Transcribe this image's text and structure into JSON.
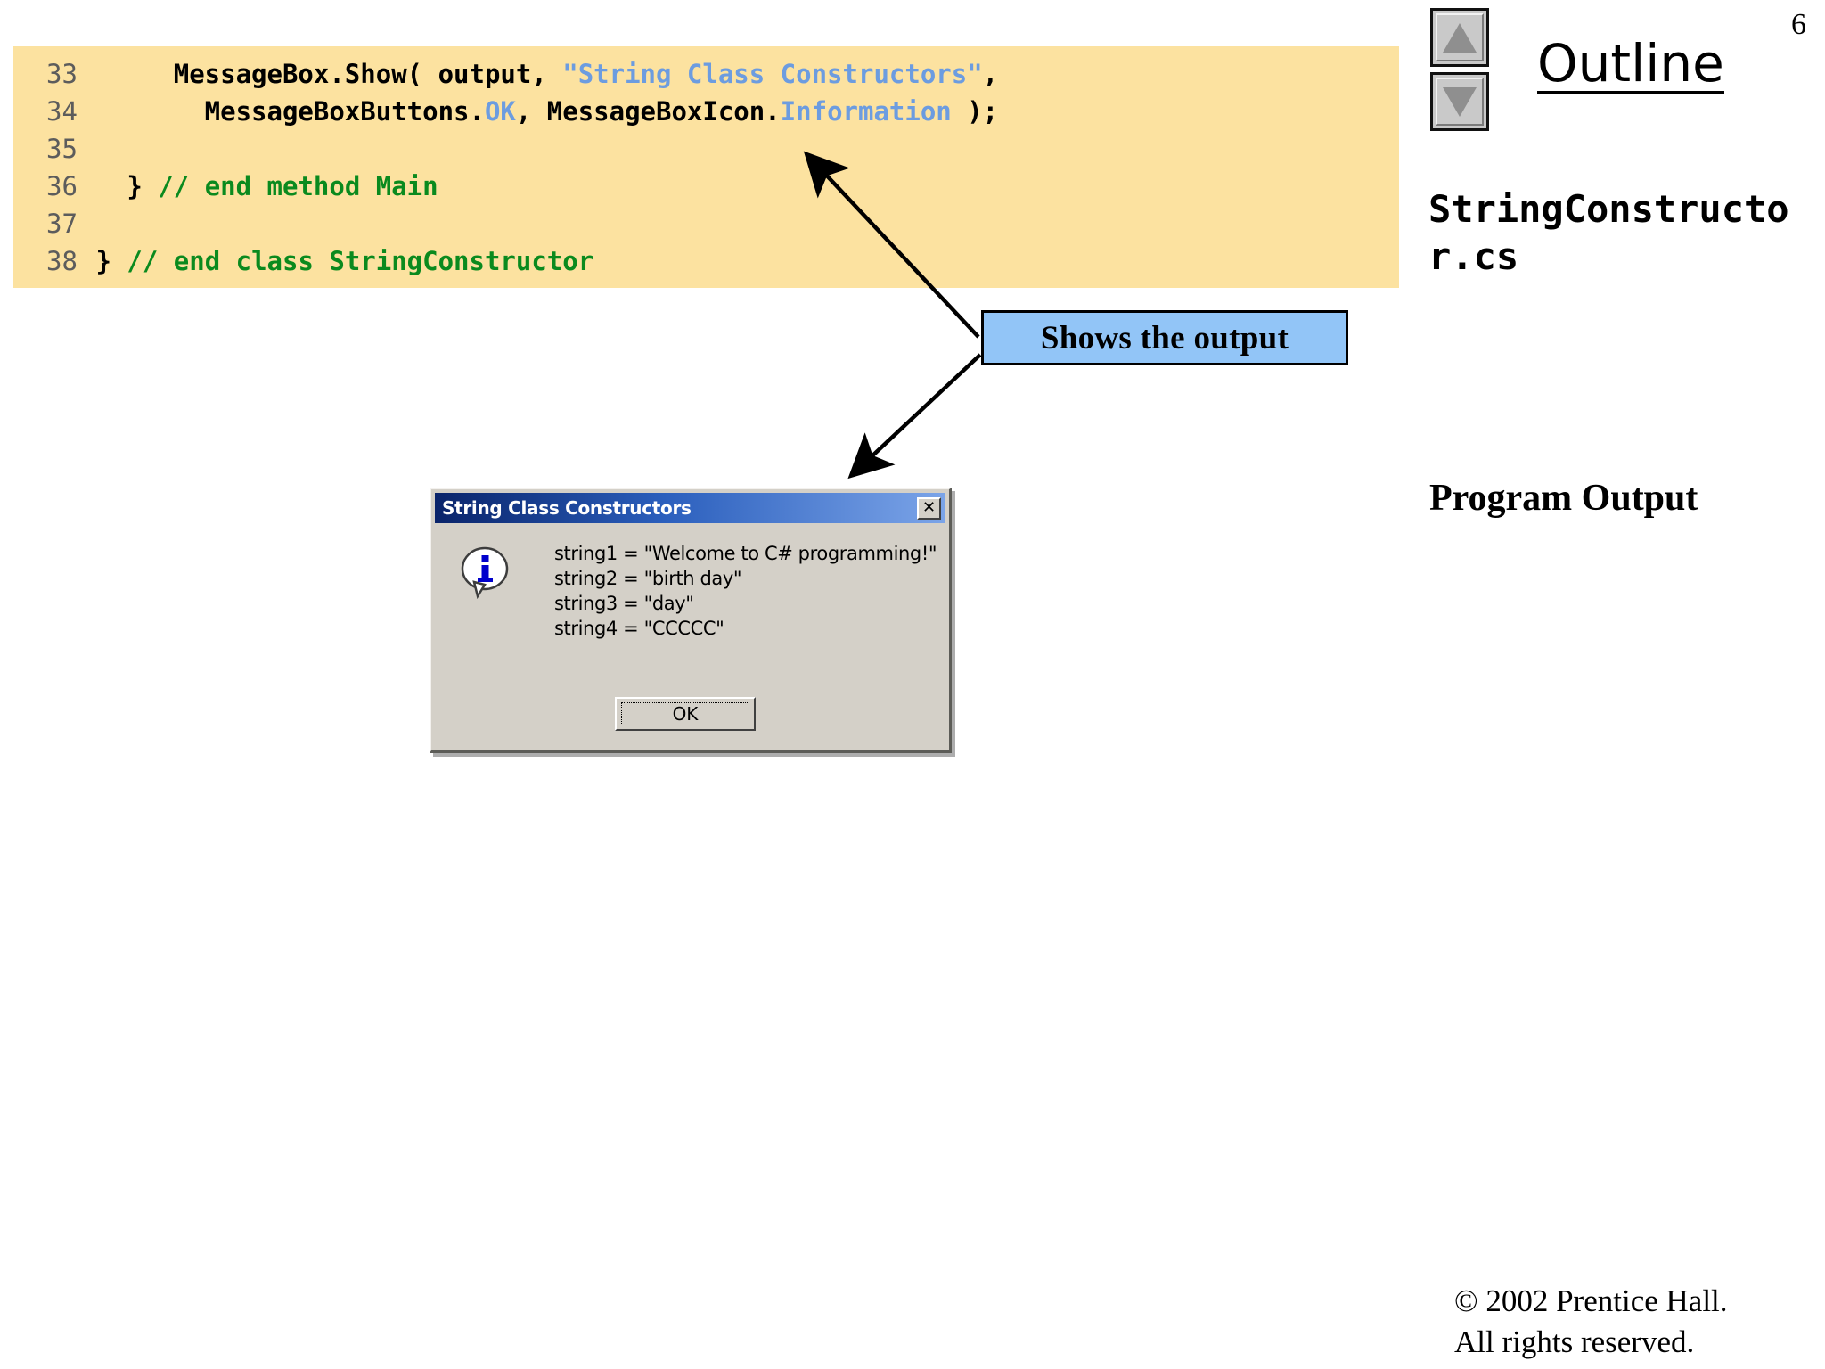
{
  "slide": {
    "page_number": "6",
    "outline_title": "Outline",
    "filename": "StringConstructor.cs",
    "program_output_label": "Program Output",
    "copyright_line1": "© 2002 Prentice Hall.",
    "copyright_line2": "All rights reserved.",
    "code_background": "#fce2a0",
    "callout_background": "#92c5f7"
  },
  "scroll_controls": {
    "up_label": "scroll-up",
    "down_label": "scroll-down"
  },
  "code": {
    "lines": [
      {
        "number": "33",
        "segments": [
          {
            "text": "      MessageBox.Show( output, ",
            "type": "plain"
          },
          {
            "text": "\"String Class Constructors\"",
            "type": "string"
          },
          {
            "text": ",",
            "type": "plain"
          }
        ]
      },
      {
        "number": "34",
        "segments": [
          {
            "text": "        MessageBoxButtons.",
            "type": "plain"
          },
          {
            "text": "OK",
            "type": "enum"
          },
          {
            "text": ", MessageBoxIcon.",
            "type": "plain"
          },
          {
            "text": "Information",
            "type": "enum"
          },
          {
            "text": " );",
            "type": "plain"
          }
        ]
      },
      {
        "number": "35",
        "segments": []
      },
      {
        "number": "36",
        "segments": [
          {
            "text": "   } ",
            "type": "plain"
          },
          {
            "text": "// end method Main",
            "type": "comment"
          }
        ]
      },
      {
        "number": "37",
        "segments": []
      },
      {
        "number": "38",
        "segments": [
          {
            "text": " } ",
            "type": "plain"
          },
          {
            "text": "// end class StringConstructor",
            "type": "comment"
          }
        ]
      }
    ]
  },
  "callout": {
    "text": "Shows the output"
  },
  "messagebox": {
    "title": "String Class Constructors",
    "close_label": "✕",
    "icon": "information-icon",
    "lines": [
      "string1 = \"Welcome to C# programming!\"",
      "string2 = \"birth day\"",
      "string3 = \"day\"",
      "string4 = \"CCCCC\""
    ],
    "ok_label": "OK"
  }
}
